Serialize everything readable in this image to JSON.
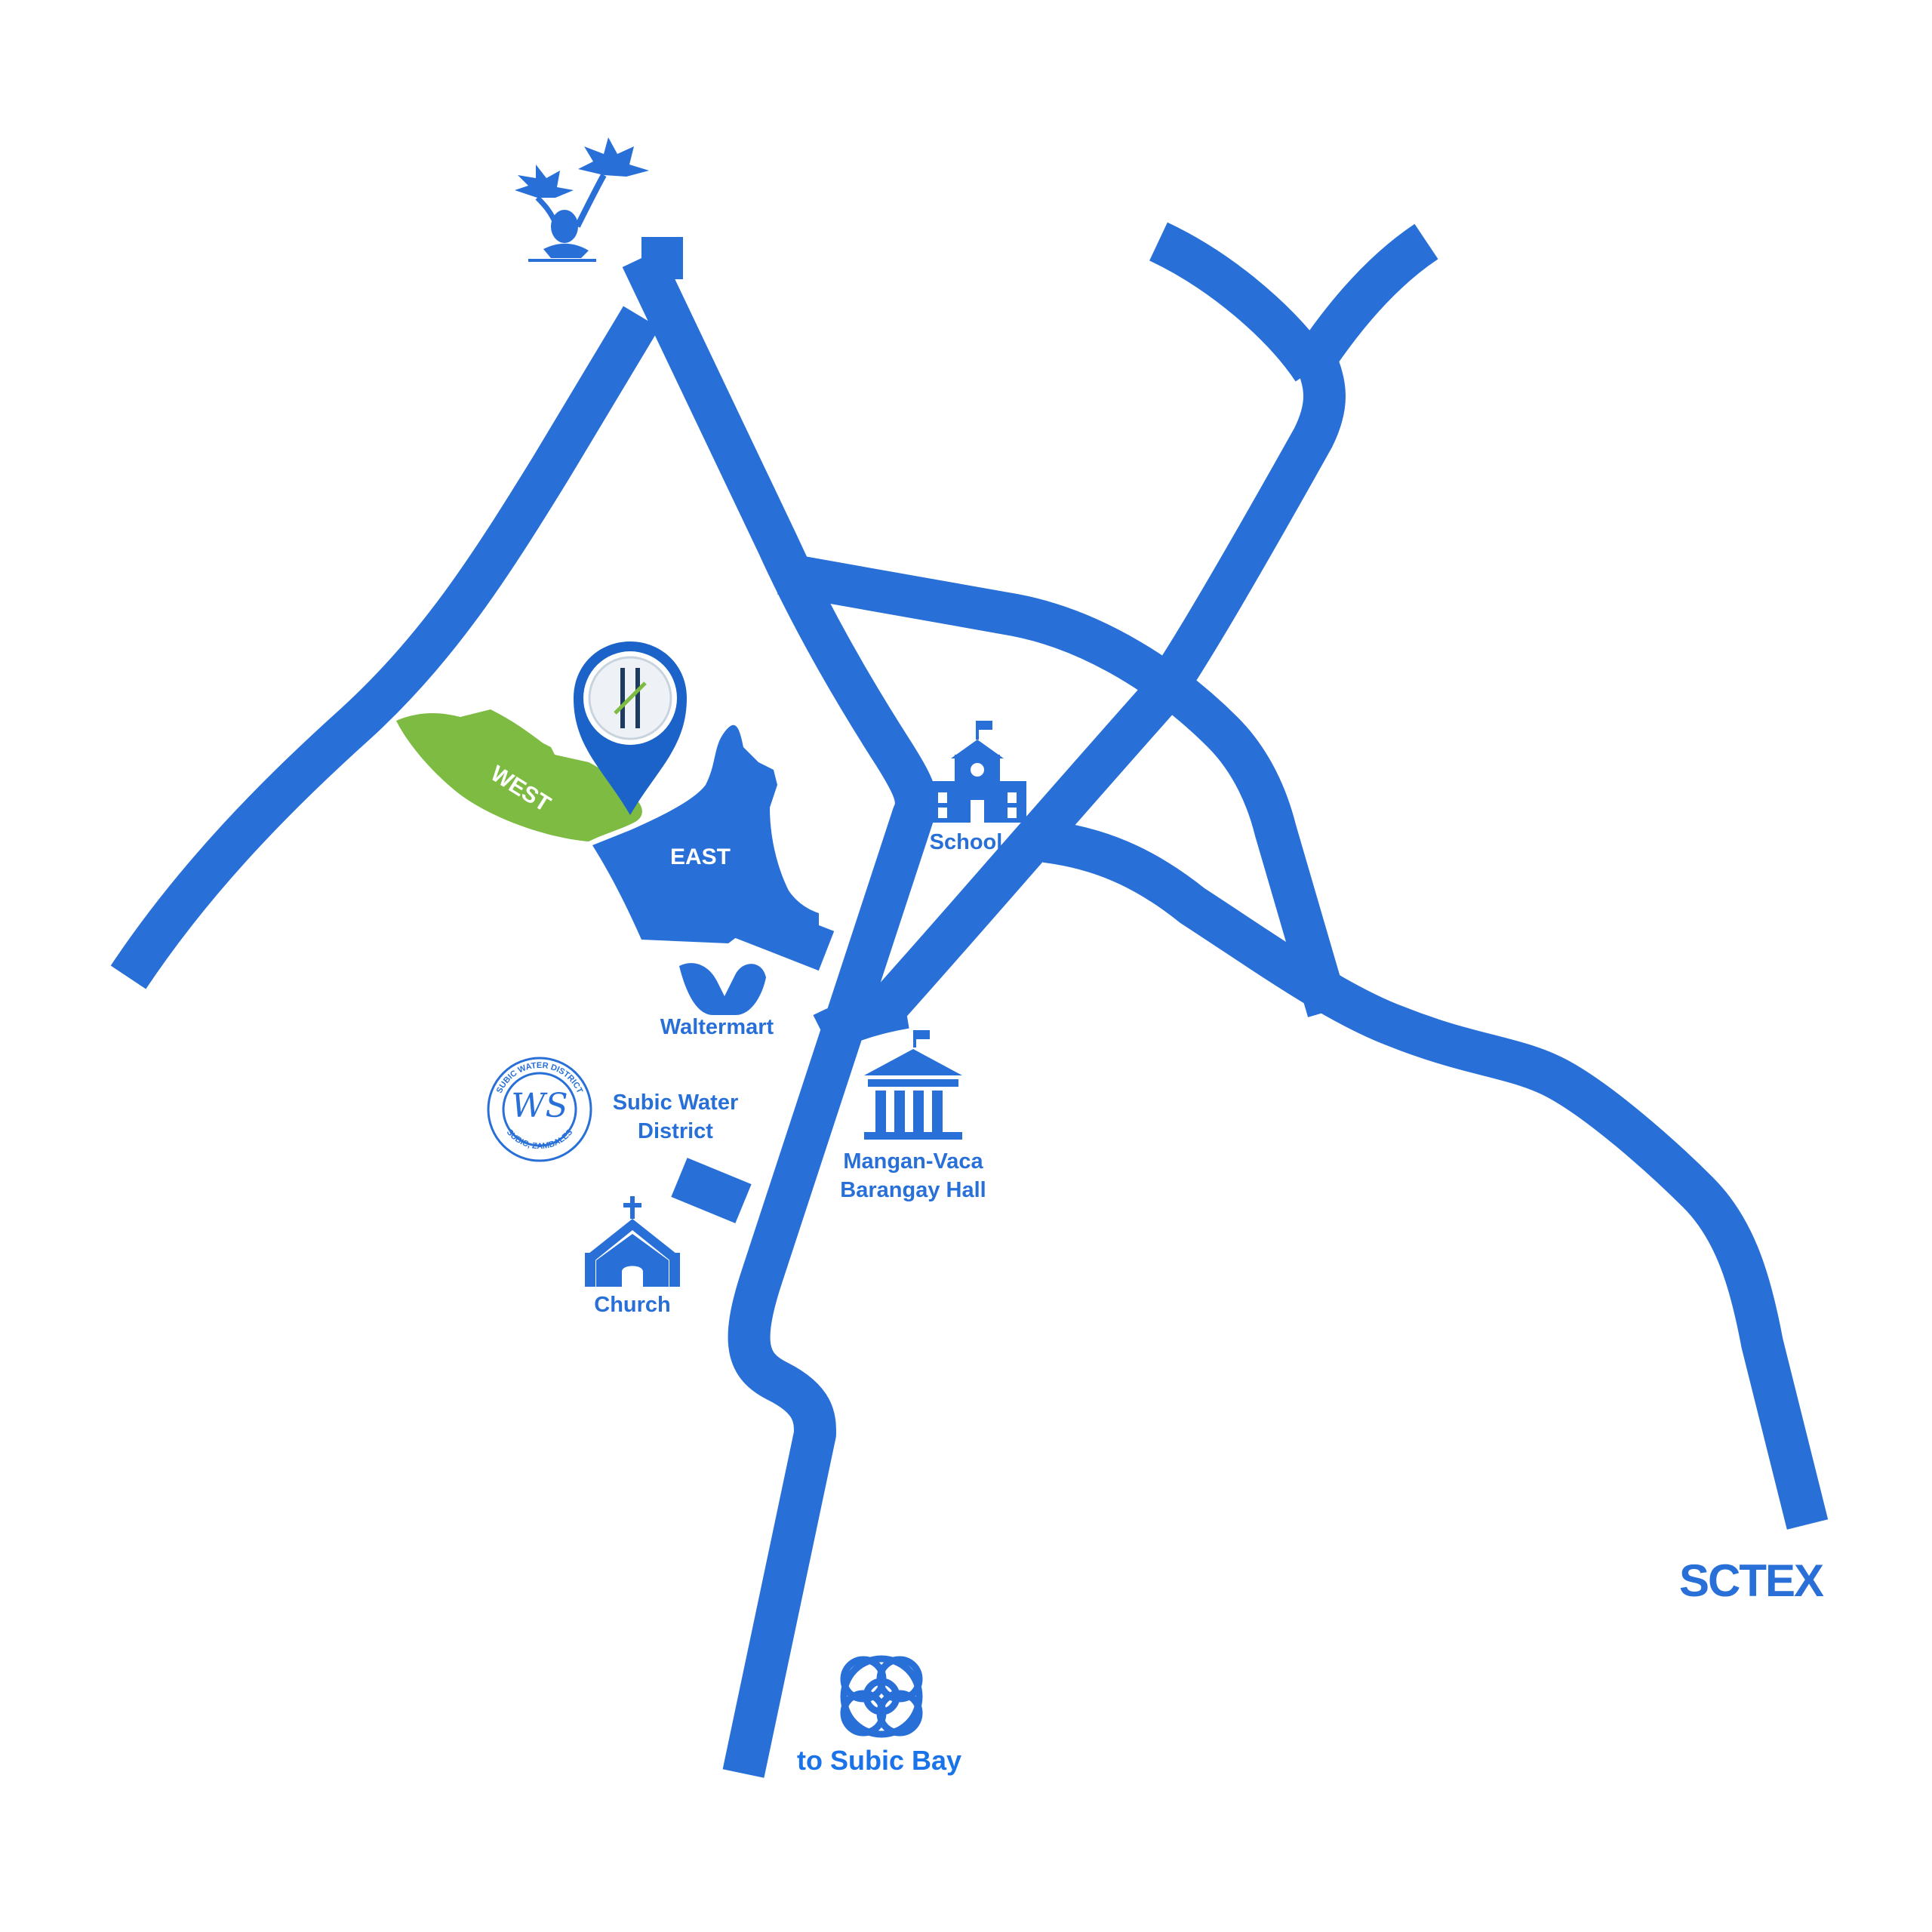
{
  "colors": {
    "road": "#2870d8",
    "west_zone": "#7dbb42",
    "east_zone": "#2870d8",
    "pin": "#1b63c9",
    "label": "#2870d8"
  },
  "zones": {
    "west": "WEST",
    "east": "EAST"
  },
  "landmarks": {
    "school": "School",
    "waltermart": "Waltermart",
    "subic_water_line1": "Subic Water",
    "subic_water_line2": "District",
    "subic_water_seal_top": "SUBIC WATER DISTRICT",
    "subic_water_seal_bottom": "SUBIC, ZAMBALES",
    "barangay_line1": "Mangan-Vaca",
    "barangay_line2": "Barangay Hall",
    "church": "Church",
    "subic_bay": "to Subic Bay",
    "sctex": "SCTEX"
  },
  "icons": {
    "beach": "palm-trees-icon",
    "pin": "location-pin-icon",
    "school": "school-building-icon",
    "waltermart": "waltermart-logo-icon",
    "water": "water-district-seal-icon",
    "barangay": "government-hall-icon",
    "church": "church-icon",
    "bay": "subic-bay-logo-icon"
  }
}
